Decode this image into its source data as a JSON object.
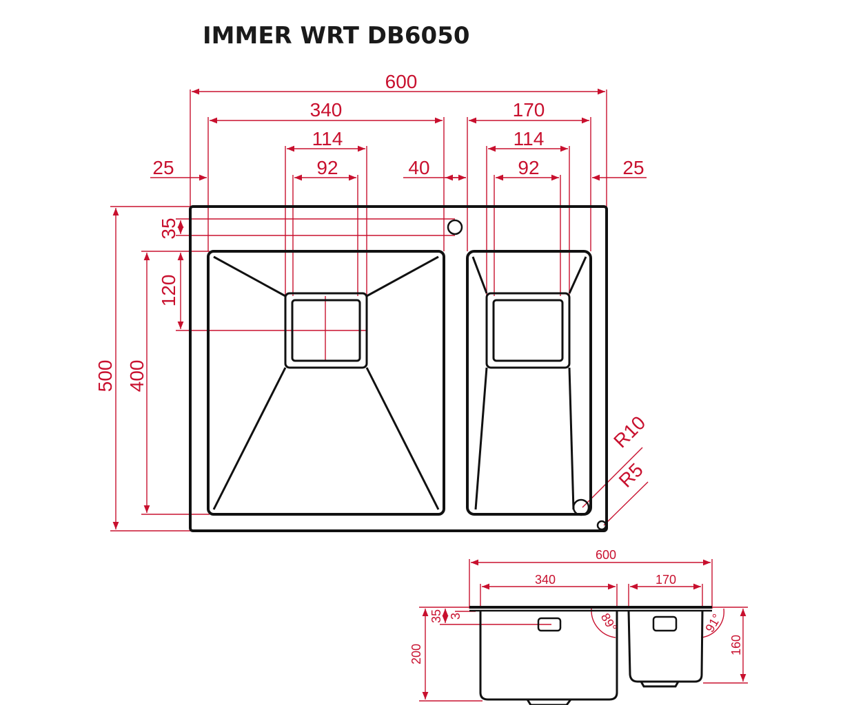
{
  "title": "IMMER WRT DB6050",
  "colors": {
    "dimension": "#c8102e",
    "outline": "#111111"
  },
  "plan_view": {
    "widths": {
      "overall": "600",
      "main_bowl": "340",
      "small_bowl": "170"
    },
    "drain": {
      "outer_main": "114",
      "inner_main": "92",
      "outer_small": "114",
      "inner_small": "92"
    },
    "margins": {
      "left": "25",
      "gap": "40",
      "right": "25"
    },
    "heights": {
      "tap_offset": "35",
      "drain_offset": "120",
      "bowl_depth": "400",
      "overall": "500"
    },
    "radii": {
      "bowl_corner": "R10",
      "outer_corner": "R5"
    }
  },
  "section_view": {
    "widths": {
      "overall": "600",
      "main_bowl": "340",
      "small_bowl": "170"
    },
    "left_dims": {
      "top_offset": "35",
      "rim": "3",
      "main_depth": "200"
    },
    "right_dims": {
      "small_depth": "160"
    },
    "angles": {
      "main": "89°",
      "small": "91°"
    }
  }
}
